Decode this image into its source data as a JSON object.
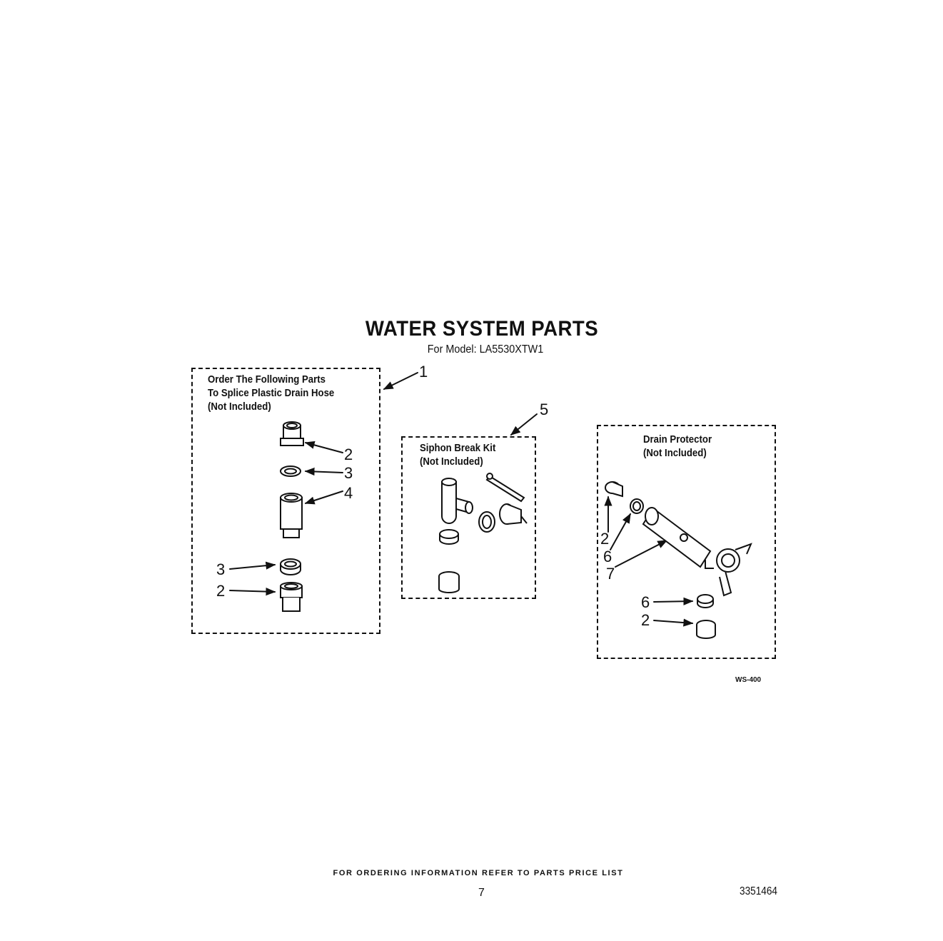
{
  "page": {
    "title": "WATER SYSTEM PARTS",
    "subtitle": "For Model: LA5530XTW1",
    "footer": "FOR ORDERING INFORMATION REFER TO PARTS PRICE LIST",
    "page_number": "7",
    "document_number": "3351464",
    "figure_code": "WS-400"
  },
  "groups": {
    "splice_kit": {
      "label_lines": [
        "Order The Following Parts",
        "To Splice Plastic Drain Hose",
        "(Not Included)"
      ],
      "callout": "1"
    },
    "siphon_break_kit": {
      "label_lines": [
        "Siphon Break Kit",
        "(Not Included)"
      ],
      "callout": "5"
    },
    "drain_protector": {
      "label_lines": [
        "Drain Protector",
        "(Not Included)"
      ]
    }
  },
  "callouts": {
    "splice_top_connector": "2",
    "splice_top_ring": "3",
    "splice_coupling": "4",
    "splice_bottom_ring": "3",
    "splice_bottom_connector": "2",
    "protector_connector_left": "2",
    "protector_ring_left": "6",
    "protector_body": "7",
    "protector_ring_bottom": "6",
    "protector_connector_bottom": "2"
  },
  "colors": {
    "ink": "#111111",
    "paper": "#ffffff"
  }
}
